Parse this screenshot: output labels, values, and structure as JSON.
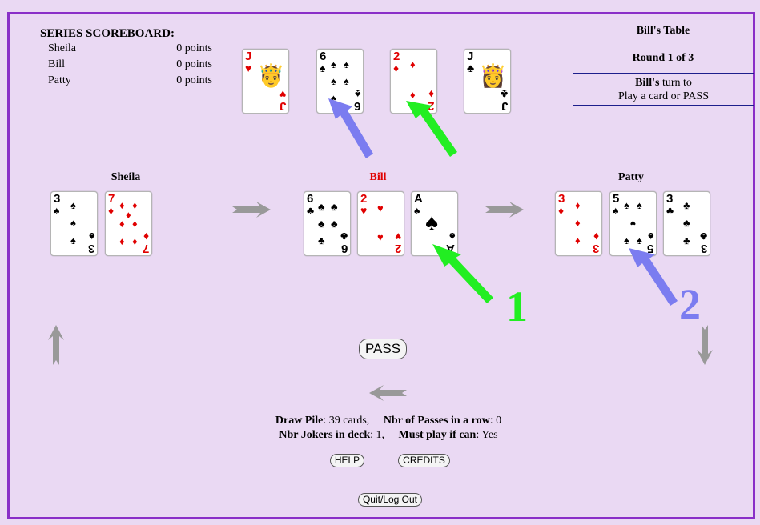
{
  "scoreboard": {
    "title": "SERIES SCOREBOARD:",
    "rows": [
      {
        "name": "Sheila",
        "points": "0 points"
      },
      {
        "name": "Bill",
        "points": "0 points"
      },
      {
        "name": "Patty",
        "points": "0 points"
      }
    ]
  },
  "table": {
    "name": "Bill's Table",
    "round": "Round 1 of 3",
    "turn_player": "Bill's",
    "turn_text": " turn to",
    "turn_action": "Play a card or PASS"
  },
  "top_cards": [
    {
      "rank": "J",
      "suit": "♥",
      "color": "red"
    },
    {
      "rank": "6",
      "suit": "♠",
      "color": "blk"
    },
    {
      "rank": "2",
      "suit": "♦",
      "color": "red"
    },
    {
      "rank": "J",
      "suit": "♣",
      "color": "blk"
    }
  ],
  "players": {
    "sheila": {
      "name": "Sheila",
      "cards": [
        {
          "rank": "3",
          "suit": "♠",
          "color": "blk"
        },
        {
          "rank": "7",
          "suit": "♦",
          "color": "red"
        }
      ]
    },
    "bill": {
      "name": "Bill",
      "cards": [
        {
          "rank": "6",
          "suit": "♣",
          "color": "blk"
        },
        {
          "rank": "2",
          "suit": "♥",
          "color": "red"
        },
        {
          "rank": "A",
          "suit": "♠",
          "color": "blk"
        }
      ]
    },
    "patty": {
      "name": "Patty",
      "cards": [
        {
          "rank": "3",
          "suit": "♦",
          "color": "red"
        },
        {
          "rank": "5",
          "suit": "♠",
          "color": "blk"
        },
        {
          "rank": "3",
          "suit": "♣",
          "color": "blk"
        }
      ]
    }
  },
  "colors": {
    "background": "#ead9f3",
    "frame": "#8a2fc8",
    "current_player": "#e00000",
    "green_arrow": "#22ee22",
    "blue_arrow": "#7b7cf0",
    "flow_arrow": "#999999"
  },
  "annotations": {
    "label_1": "1",
    "label_2": "2"
  },
  "buttons": {
    "pass": "PASS",
    "help": "HELP",
    "credits": "CREDITS",
    "quit": "Quit/Log Out"
  },
  "info": {
    "draw_pile_label": "Draw Pile",
    "draw_pile_value": ": 39 cards,",
    "passes_label": "Nbr of Passes in a row",
    "passes_value": ": 0",
    "jokers_label": "Nbr Jokers in deck",
    "jokers_value": ": 1,",
    "must_play_label": "Must play if can",
    "must_play_value": ": Yes"
  }
}
